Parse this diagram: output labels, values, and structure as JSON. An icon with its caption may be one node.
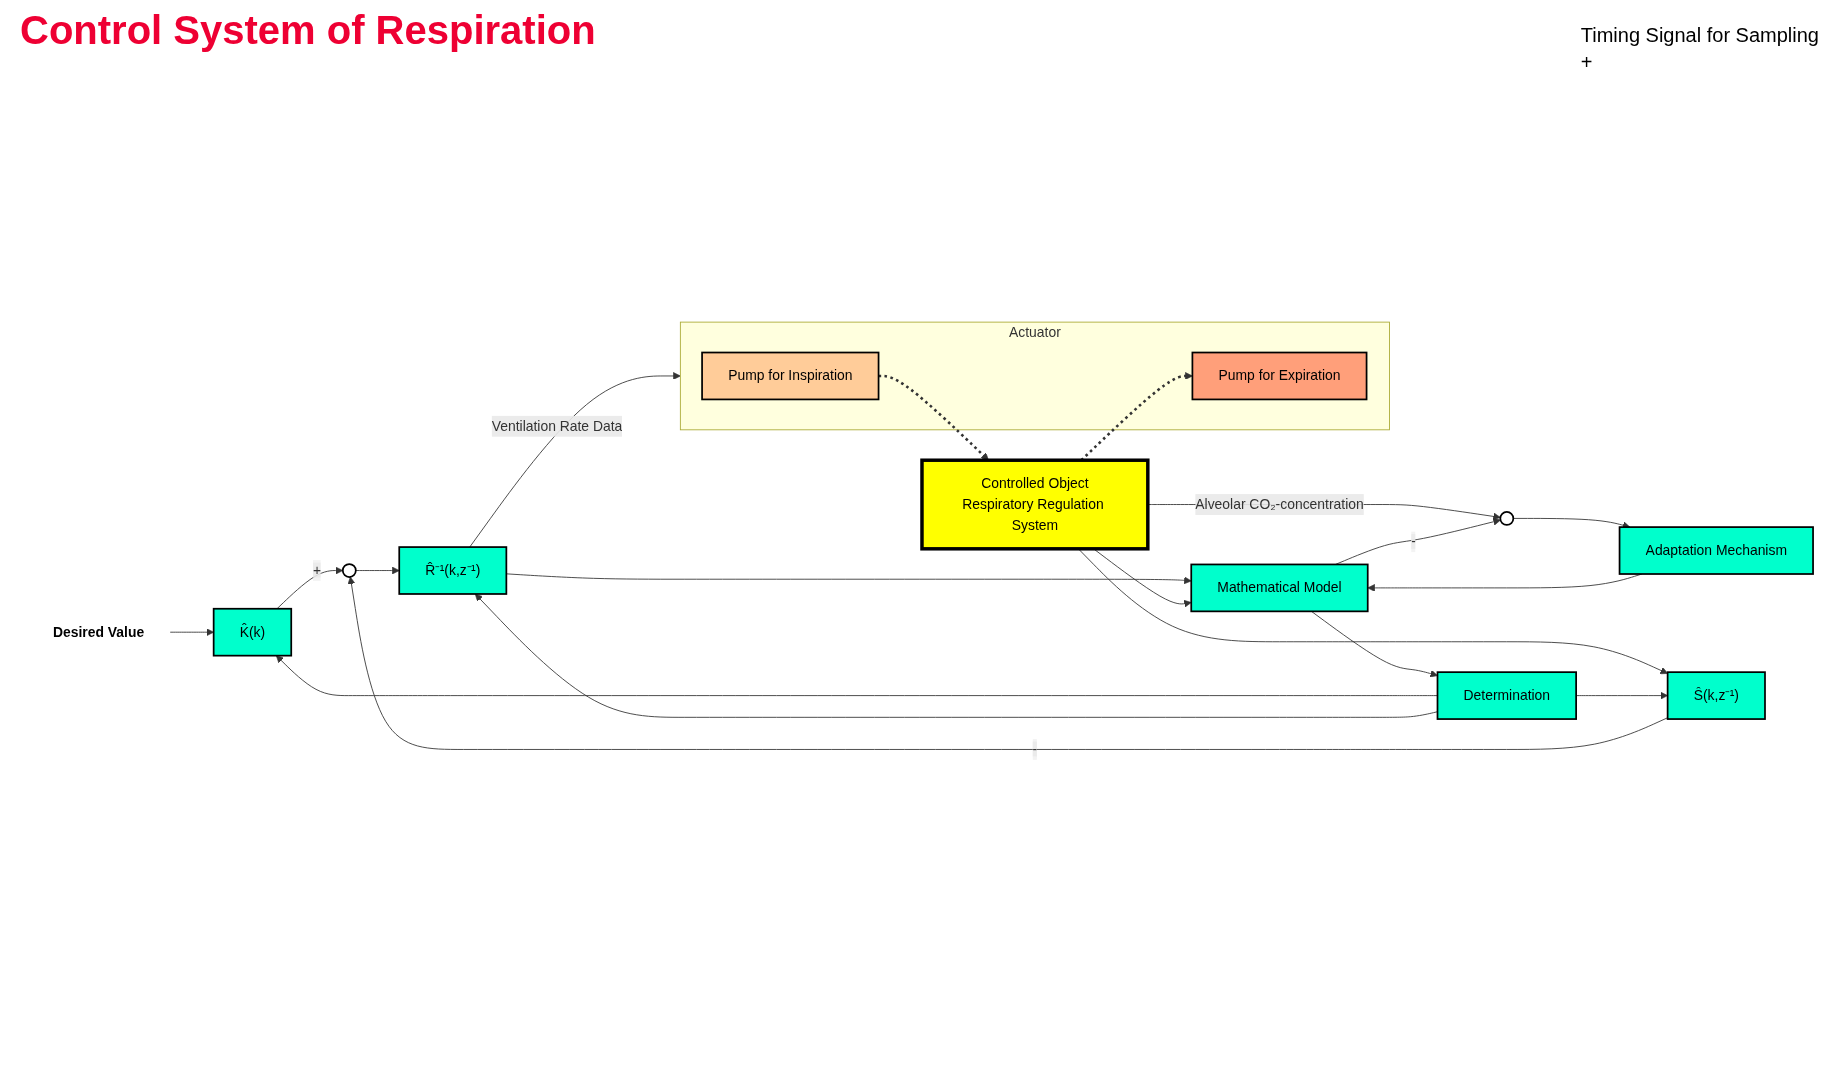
{
  "diagram": {
    "title": "Control System of Respiration",
    "nodes": [
      {
        "text": [
          "Desired Value"
        ]
      },
      {
        "text": [
          "K̂(k)"
        ]
      },
      {
        "text": [],
        "shape": "circle"
      },
      {
        "text": [
          "R̂⁻¹(k,z⁻¹)"
        ]
      },
      {
        "text": [
          "Actuator"
        ]
      },
      {
        "text": [
          "Pump for Inspiration"
        ],
        "in": 4
      },
      {
        "text": [
          "Pump for Expiration"
        ],
        "in": 4
      },
      {
        "text": [
          "Controlled Object",
          "Respiratory Regulation System"
        ]
      },
      {
        "text": [
          "Mathematical Model"
        ]
      },
      {
        "text": [],
        "shape": "circle"
      },
      {
        "text": [
          "Adaptation Mechanism"
        ]
      },
      {
        "text": [
          "Determination"
        ]
      },
      {
        "text": [
          "Ŝ(k,z⁻¹)"
        ]
      }
    ],
    "edges": [
      {
        "from": 0,
        "to": 1,
        "arrow": "to"
      },
      {
        "from": 1,
        "to": 2,
        "arrow": "to",
        "label": "+"
      },
      {
        "from": 2,
        "to": 3,
        "arrow": "to"
      },
      {
        "from": 3,
        "to": 4,
        "arrow": "to",
        "label": "Ventilation Rate Data"
      },
      {
        "from": 5,
        "to": 7,
        "arrow": "to",
        "style": "dashed"
      },
      {
        "from": 7,
        "to": 6,
        "arrow": "to",
        "style": "dashed"
      },
      {
        "from": 3,
        "to": 8,
        "arrow": "to"
      },
      {
        "from": 7,
        "to": 9,
        "arrow": "to",
        "label": "Alveolar CO₂-concentration"
      },
      {
        "from": 7,
        "to": 8,
        "arrow": "to"
      },
      {
        "from": 7,
        "to": 12,
        "arrow": "to"
      },
      {
        "from": 8,
        "to": 9,
        "arrow": "to",
        "label": "-"
      },
      {
        "from": 9,
        "to": 10,
        "arrow": "to"
      },
      {
        "from": 10,
        "to": 8,
        "arrow": "to"
      },
      {
        "from": 8,
        "to": 11,
        "arrow": "to"
      },
      {
        "from": 11,
        "to": 1,
        "arrow": "to"
      },
      {
        "from": 11,
        "to": 3,
        "arrow": "to"
      },
      {
        "from": 11,
        "to": 12,
        "arrow": "to"
      },
      {
        "from": 12,
        "to": 2,
        "arrow": "to",
        "label": "-"
      }
    ],
    "labels": [
      "Timing Signal for Sampling",
      "+"
    ]
  }
}
